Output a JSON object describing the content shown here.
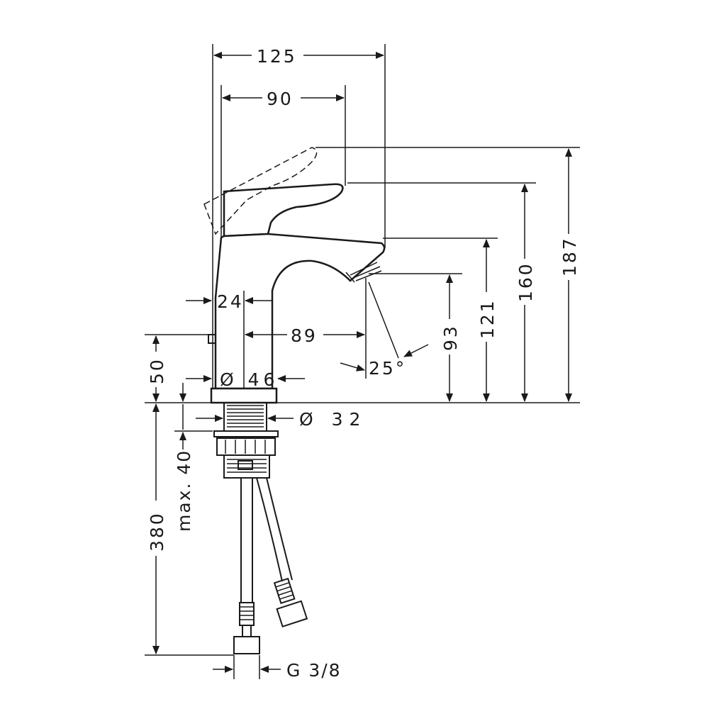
{
  "drawing": {
    "dimensions": {
      "width_total": "125",
      "width_handle": "90",
      "height_total": "187",
      "height_handle": "160",
      "height_spout": "121",
      "height_outlet": "93",
      "spout_reach": "89",
      "handle_offset": "24",
      "base_diameter": "Ø 46",
      "tail_diameter": "Ø 32",
      "base_height": "50",
      "hose_length": "380",
      "max_thickness": "max. 40",
      "spray_angle": "25°",
      "thread": "G 3/8"
    }
  }
}
